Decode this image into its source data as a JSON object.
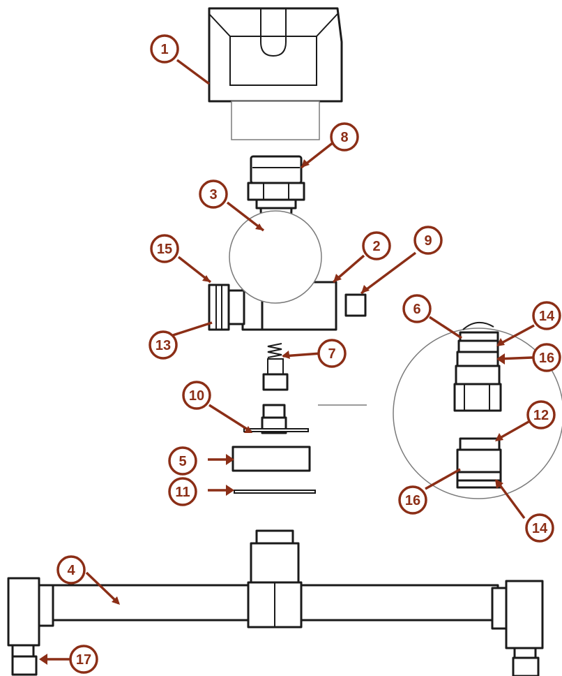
{
  "diagram": {
    "accent_color": "#8b2e16",
    "line_color": "#1a1a1a",
    "callouts": [
      {
        "label": "1"
      },
      {
        "label": "8"
      },
      {
        "label": "3"
      },
      {
        "label": "15"
      },
      {
        "label": "2"
      },
      {
        "label": "9"
      },
      {
        "label": "13"
      },
      {
        "label": "7"
      },
      {
        "label": "6"
      },
      {
        "label": "14"
      },
      {
        "label": "16"
      },
      {
        "label": "12"
      },
      {
        "label": "16"
      },
      {
        "label": "14"
      },
      {
        "label": "10"
      },
      {
        "label": "5"
      },
      {
        "label": "11"
      },
      {
        "label": "4"
      },
      {
        "label": "17"
      }
    ]
  }
}
